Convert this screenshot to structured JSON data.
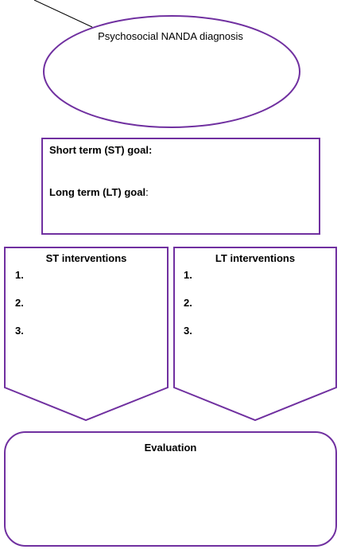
{
  "colors": {
    "stroke": "#7030a0",
    "connector": "#000000",
    "text": "#000000",
    "background": "#ffffff"
  },
  "diagnosis": {
    "label": "Psychosocial NANDA diagnosis"
  },
  "goals": {
    "short_term_label": "Short term (ST) goal:",
    "long_term_label": "Long term (LT) goal",
    "long_term_colon": ":"
  },
  "st_interventions": {
    "title": "ST interventions",
    "items": [
      "1.",
      "2.",
      "3."
    ]
  },
  "lt_interventions": {
    "title": "LT interventions",
    "items": [
      "1.",
      "2.",
      "3."
    ]
  },
  "evaluation": {
    "title": "Evaluation"
  }
}
